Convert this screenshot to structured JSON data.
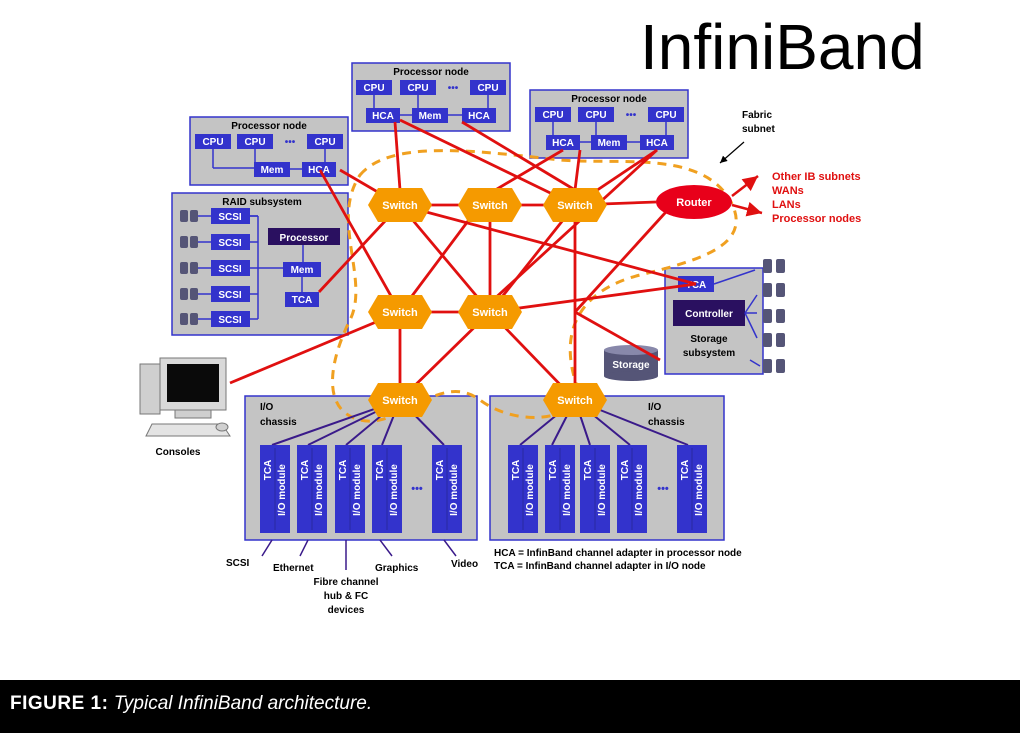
{
  "slide_title": "InfiniBand",
  "caption": {
    "label": "FIGURE 1:",
    "text": "Typical InfiniBand architecture."
  },
  "processor_nodes": [
    {
      "title": "Processor node",
      "cpu": "CPU",
      "dots": "•••",
      "hca": "HCA",
      "mem": "Mem"
    },
    {
      "title": "Processor node",
      "cpu": "CPU",
      "dots": "•••",
      "hca": "HCA",
      "mem": "Mem"
    },
    {
      "title": "Processor node",
      "cpu": "CPU",
      "dots": "•••",
      "hca": "HCA",
      "mem": "Mem"
    }
  ],
  "raid": {
    "title": "RAID subsystem",
    "scsi": "SCSI",
    "processor": "Processor",
    "mem": "Mem",
    "tca": "TCA"
  },
  "switch_label": "Switch",
  "router_label": "Router",
  "fabric_subnet": [
    "Fabric",
    "subnet"
  ],
  "router_targets": [
    "Other IB subnets",
    "WANs",
    "LANs",
    "Processor nodes"
  ],
  "storage_subsystem": {
    "tca": "TCA",
    "controller": "Controller",
    "label": [
      "Storage",
      "subsystem"
    ]
  },
  "storage_label": "Storage",
  "consoles_label": "Consoles",
  "io_chassis_label": [
    "I/O",
    "chassis"
  ],
  "module": {
    "tca": "TCA",
    "io": "I/O module",
    "dots": "•••"
  },
  "io_connections": {
    "scsi": "SCSI",
    "ethernet": "Ethernet",
    "fibre": [
      "Fibre channel",
      "hub & FC",
      "devices"
    ],
    "graphics": "Graphics",
    "video": "Video"
  },
  "legend": [
    "HCA = InfinBand channel adapter in processor node",
    "TCA = InfinBand channel adapter in I/O node"
  ],
  "colors": {
    "box_blue": "#3333cc",
    "switch_orange": "#f59a00",
    "link_red": "#e01010",
    "fabric_dash": "#f0a020",
    "panel_gray": "#c4c4c4",
    "router_red": "#e8001a"
  }
}
